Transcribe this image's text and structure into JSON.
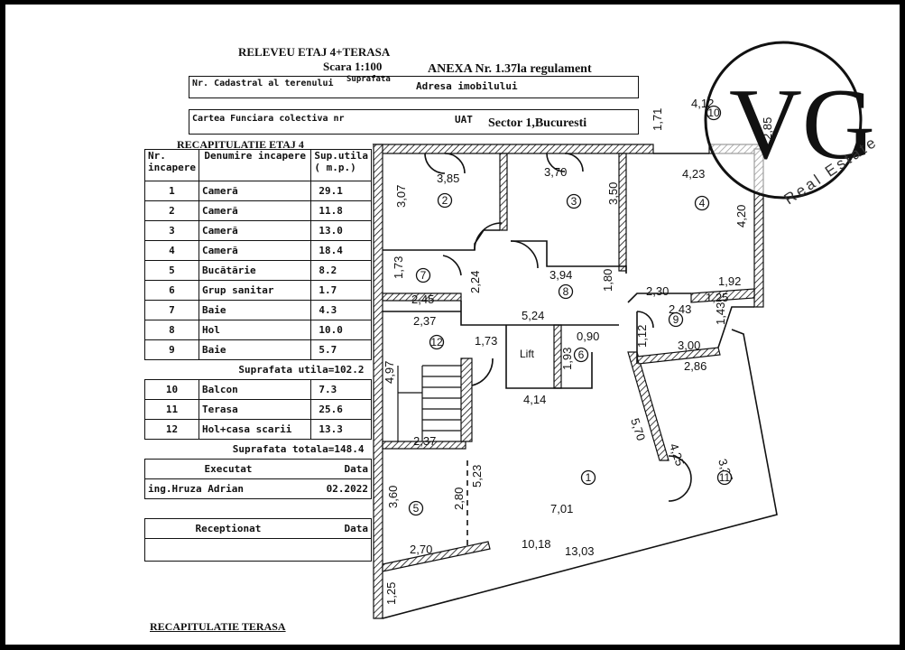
{
  "header": {
    "title": "RELEVEU ETAJ 4+TERASA",
    "scale": "Scara 1:100",
    "annex": "ANEXA Nr. 1.37la regulament",
    "cadastral_label": "Nr. Cadastral al terenului",
    "surface_label": "Suprafata",
    "address_label": "Adresa imobilului",
    "land_book_label": "Cartea Funciara colectiva nr",
    "uat_label": "UAT",
    "uat_value": "Sector 1,Bucuresti"
  },
  "recap": {
    "title": "RECAPITULATIE ETAJ 4",
    "headers": [
      "Nr. incapere",
      "Denumire incapere",
      "Sup.utila ( m.p.)"
    ],
    "rows": [
      {
        "nr": "1",
        "name": "Camerã",
        "area": "29.1"
      },
      {
        "nr": "2",
        "name": "Camerã",
        "area": "11.8"
      },
      {
        "nr": "3",
        "name": "Camerã",
        "area": "13.0"
      },
      {
        "nr": "4",
        "name": "Camerã",
        "area": "18.4"
      },
      {
        "nr": "5",
        "name": "Bucãtãrie",
        "area": "8.2"
      },
      {
        "nr": "6",
        "name": "Grup sanitar",
        "area": "1.7"
      },
      {
        "nr": "7",
        "name": "Baie",
        "area": "4.3"
      },
      {
        "nr": "8",
        "name": "Hol",
        "area": "10.0"
      },
      {
        "nr": "9",
        "name": "Baie",
        "area": "5.7"
      },
      {
        "nr": "10",
        "name": "Balcon",
        "area": "7.3"
      },
      {
        "nr": "11",
        "name": "Terasa",
        "area": "25.6"
      },
      {
        "nr": "12",
        "name": "Hol+casa scarii",
        "area": "13.3"
      }
    ],
    "useful_area": "Suprafata utila=102.2",
    "total_area": "Suprafata totala=148.4",
    "executed_label": "Executat",
    "date_label": "Data",
    "engineer": "ing.Hruza Adrian",
    "engineer_date": "02.2022",
    "received_label": "Receptionat",
    "received_date_label": "Data",
    "terrace_title": "RECAPITULATIE TERASA"
  },
  "plan": {
    "dimensions": [
      {
        "id": "d1",
        "text": "3,85"
      },
      {
        "id": "d2",
        "text": "3,70"
      },
      {
        "id": "d3",
        "text": "4,23"
      },
      {
        "id": "d4",
        "text": "3,07"
      },
      {
        "id": "d5",
        "text": "3,50"
      },
      {
        "id": "d6",
        "text": "4,20"
      },
      {
        "id": "d7",
        "text": "1,73"
      },
      {
        "id": "d8",
        "text": "2,45"
      },
      {
        "id": "d9",
        "text": "2,24"
      },
      {
        "id": "d10",
        "text": "3,94"
      },
      {
        "id": "d11",
        "text": "1,80"
      },
      {
        "id": "d12",
        "text": "2,30"
      },
      {
        "id": "d13",
        "text": "1,92"
      },
      {
        "id": "d14",
        "text": "1,25"
      },
      {
        "id": "d15",
        "text": "2,43"
      },
      {
        "id": "d16",
        "text": "1,43"
      },
      {
        "id": "d17",
        "text": "2,37"
      },
      {
        "id": "d18",
        "text": "5,24"
      },
      {
        "id": "d19",
        "text": "1,73"
      },
      {
        "id": "d20",
        "text": "0,90"
      },
      {
        "id": "d21",
        "text": "1,12"
      },
      {
        "id": "d22",
        "text": "3,00"
      },
      {
        "id": "d23",
        "text": "2,86"
      },
      {
        "id": "d24",
        "text": "4,97"
      },
      {
        "id": "d25",
        "text": "1,93"
      },
      {
        "id": "d26",
        "text": "4,14"
      },
      {
        "id": "d27",
        "text": "5,70"
      },
      {
        "id": "d28",
        "text": "4,25"
      },
      {
        "id": "d29",
        "text": "3,37"
      },
      {
        "id": "d30",
        "text": "2,37"
      },
      {
        "id": "d31",
        "text": "5,23"
      },
      {
        "id": "d32",
        "text": "3,60"
      },
      {
        "id": "d33",
        "text": "2,80"
      },
      {
        "id": "d34",
        "text": "7,01"
      },
      {
        "id": "d35",
        "text": "2,70"
      },
      {
        "id": "d36",
        "text": "10,18"
      },
      {
        "id": "d37",
        "text": "13,03"
      },
      {
        "id": "d38",
        "text": "1,25"
      },
      {
        "id": "d39",
        "text": "4,12"
      },
      {
        "id": "d40",
        "text": "1,71"
      },
      {
        "id": "d41",
        "text": "2,85"
      }
    ],
    "room_labels": [
      "1",
      "2",
      "3",
      "4",
      "5",
      "6",
      "7",
      "8",
      "9",
      "10",
      "11",
      "12"
    ],
    "lift_label": "Lift"
  },
  "logo": {
    "monogram": "VG",
    "tagline": "Real Estate"
  }
}
